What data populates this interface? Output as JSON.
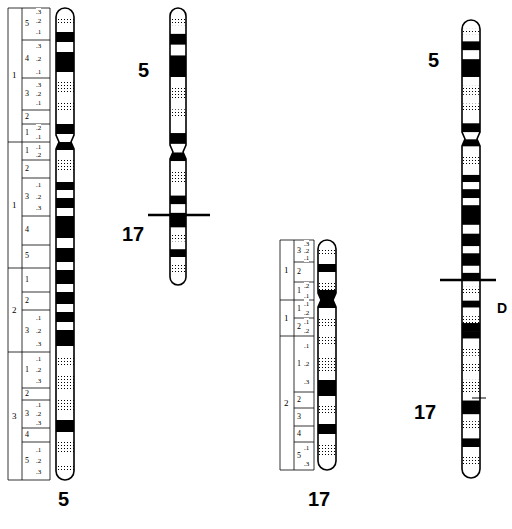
{
  "diagram": {
    "labels": [
      "1",
      "5",
      ".3",
      ".2",
      ".1",
      "4",
      ".3",
      ".2",
      ".1",
      "3",
      ".3",
      ".2",
      ".1",
      "2",
      "1",
      ".2",
      ".1",
      "1",
      "1",
      ".1",
      ".2",
      "2",
      "3",
      ".1",
      ".2",
      ".3",
      "4",
      "5",
      "2",
      "1",
      "2",
      "3",
      ".1",
      ".2",
      ".3",
      "3",
      "1",
      ".1",
      ".2",
      ".3",
      "2",
      "3",
      ".1",
      ".2",
      ".3",
      "4",
      "5",
      ".1",
      ".2",
      ".3",
      "5",
      "17",
      "1",
      "3",
      ".3",
      ".2",
      ".1",
      "2",
      "1",
      ".2",
      ".1",
      "1",
      "1",
      ".1",
      ".2",
      "2",
      ".1",
      ".2",
      "2",
      "1",
      ".1",
      ".2",
      ".3",
      "2",
      "3",
      "4",
      "5",
      ".1",
      ".3",
      "5",
      "D",
      "17",
      "5",
      "17"
    ]
  }
}
